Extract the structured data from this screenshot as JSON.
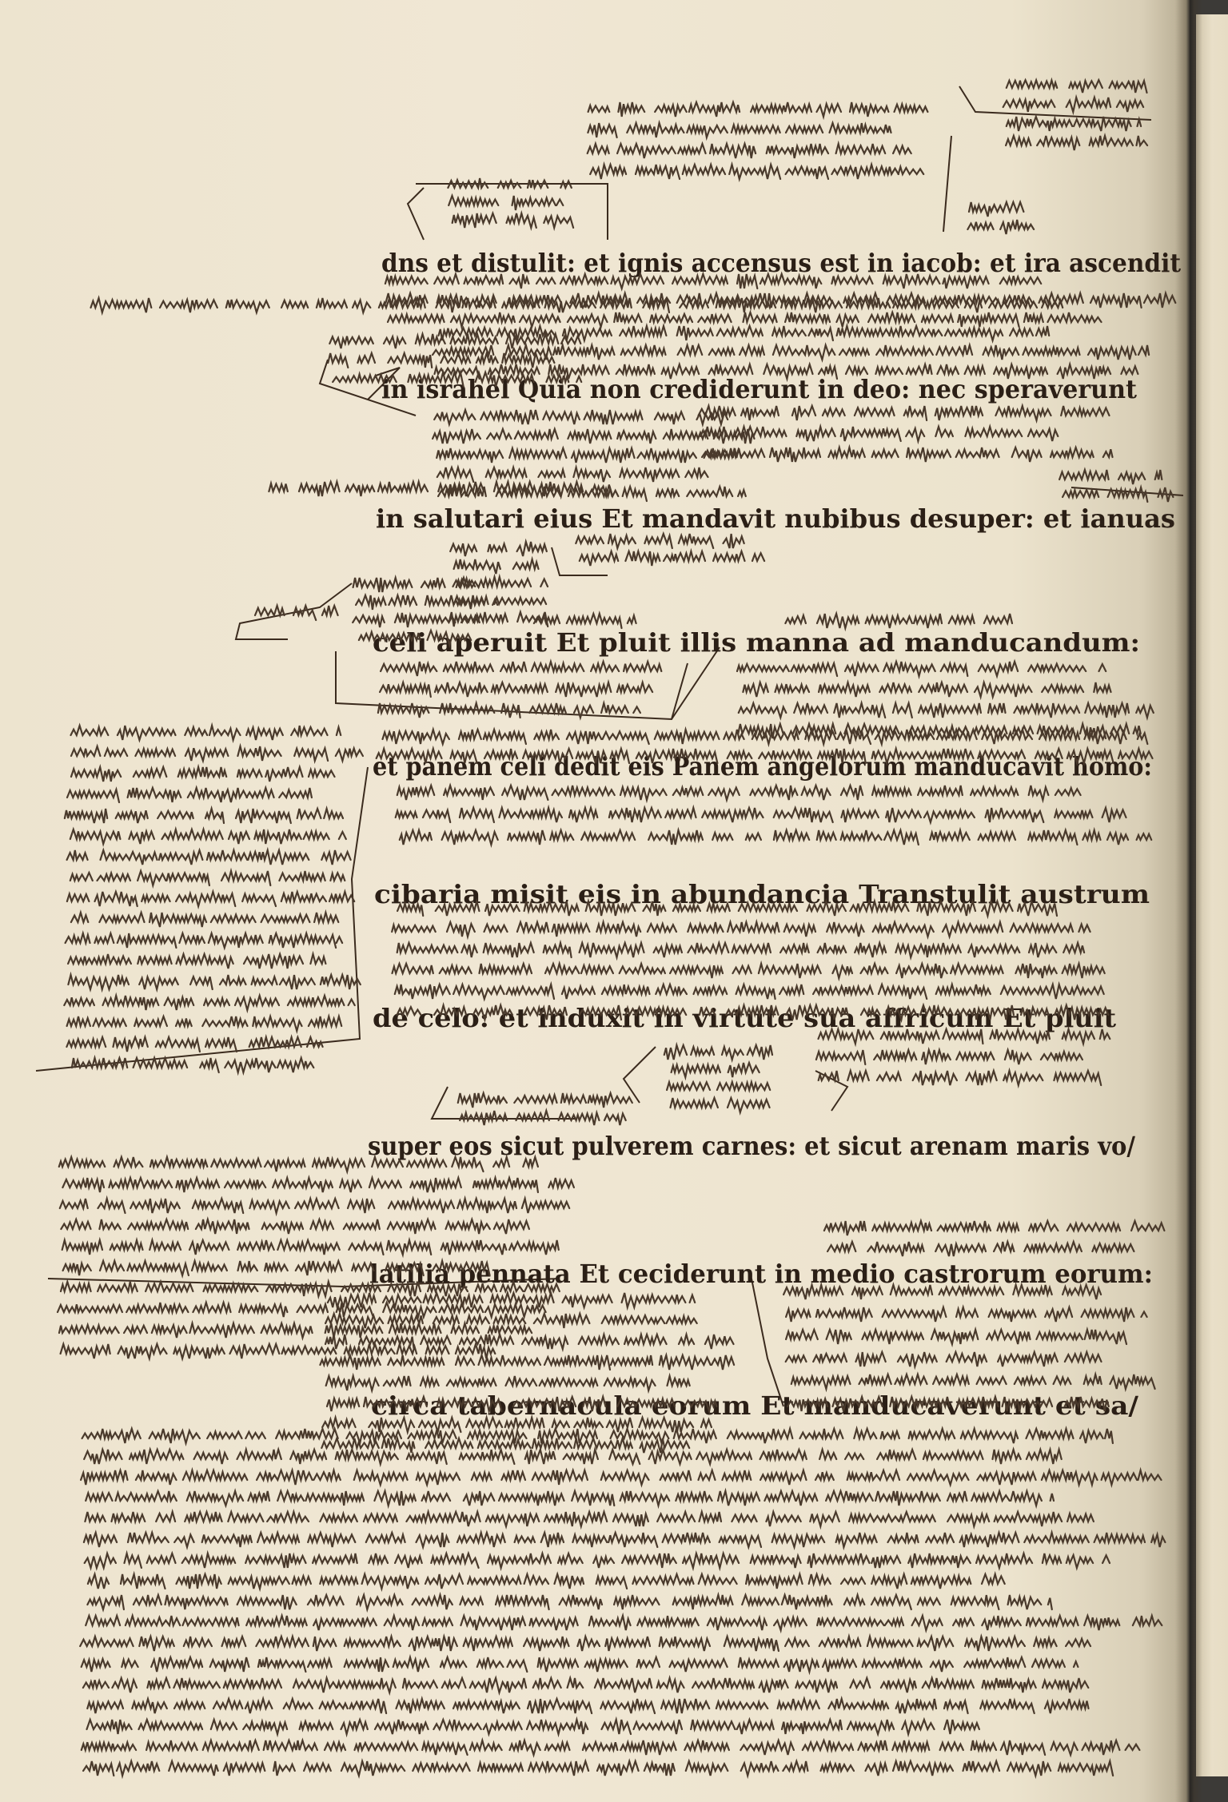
{
  "document": {
    "folio_marker": "",
    "lines": [
      {
        "kind": "main",
        "text": "dns et distulit: et ignis accensus est in iacob: et ira ascendit"
      },
      {
        "kind": "main",
        "text": "in israhel Quia non crediderunt in deo: nec speraverunt"
      },
      {
        "kind": "main",
        "text": "in salutari eius Et mandavit nubibus desuper: et ianuas"
      },
      {
        "kind": "main",
        "text": "celi aperuit Et pluit illis manna ad manducandum:"
      },
      {
        "kind": "main",
        "text": "et panem celi dedit eis Panem angelorum manducavit homo:"
      },
      {
        "kind": "main",
        "text": "cibaria misit eis in abundancia Transtulit austrum"
      },
      {
        "kind": "main",
        "text": "de celo: et induxit in virtute sua affricum Et pluit"
      },
      {
        "kind": "main",
        "text": "super eos sicut pulverem carnes: et sicut arenam maris vo/"
      },
      {
        "kind": "main",
        "text": "latilia pennata Et ceciderunt in medio castrorum eorum:"
      },
      {
        "kind": "main",
        "text": "circa tabernacula eorum Et manducaverunt et sa/"
      }
    ]
  },
  "colors": {
    "page": "#efe6d3",
    "ink_main": "#2b1f16",
    "ink_gloss": "#4a3a2c",
    "background": "#3c3a37"
  }
}
